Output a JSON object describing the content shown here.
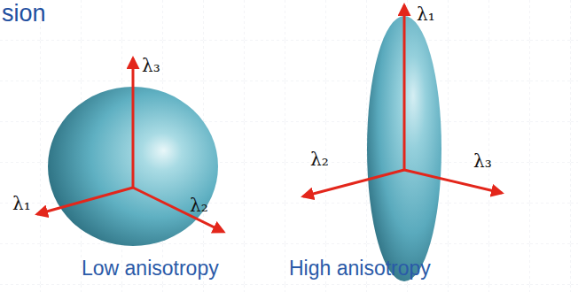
{
  "diagram": {
    "title": "sion",
    "labels": [
      "λ₃",
      "λ₁",
      "λ₂",
      "λ₁",
      "λ₂",
      "λ₃",
      "Low anisotropy",
      "High anisotropy"
    ]
  }
}
